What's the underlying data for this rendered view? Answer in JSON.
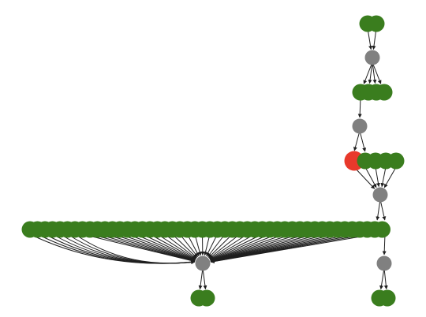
{
  "graph": {
    "colors": {
      "species": "#3a7d1e",
      "reaction": "#808080",
      "highlight": "#e8392b",
      "edge": "#1f1f1f",
      "background": "#ffffff"
    },
    "layers": [
      {
        "id": "L0",
        "kind": "species",
        "count": 2
      },
      {
        "id": "R1",
        "kind": "reaction",
        "count": 1
      },
      {
        "id": "L1",
        "kind": "species",
        "count": 4
      },
      {
        "id": "R2",
        "kind": "reaction",
        "count": 1
      },
      {
        "id": "L2",
        "kind": "species",
        "count": 5,
        "highlighted_index": 0
      },
      {
        "id": "R3",
        "kind": "reaction",
        "count": 1
      },
      {
        "id": "L3",
        "kind": "species",
        "count": 48
      },
      {
        "id": "R4a",
        "kind": "reaction",
        "count": 1
      },
      {
        "id": "R4b",
        "kind": "reaction",
        "count": 1
      },
      {
        "id": "L4a",
        "kind": "species",
        "count": 2
      },
      {
        "id": "L4b",
        "kind": "species",
        "count": 2
      }
    ]
  }
}
